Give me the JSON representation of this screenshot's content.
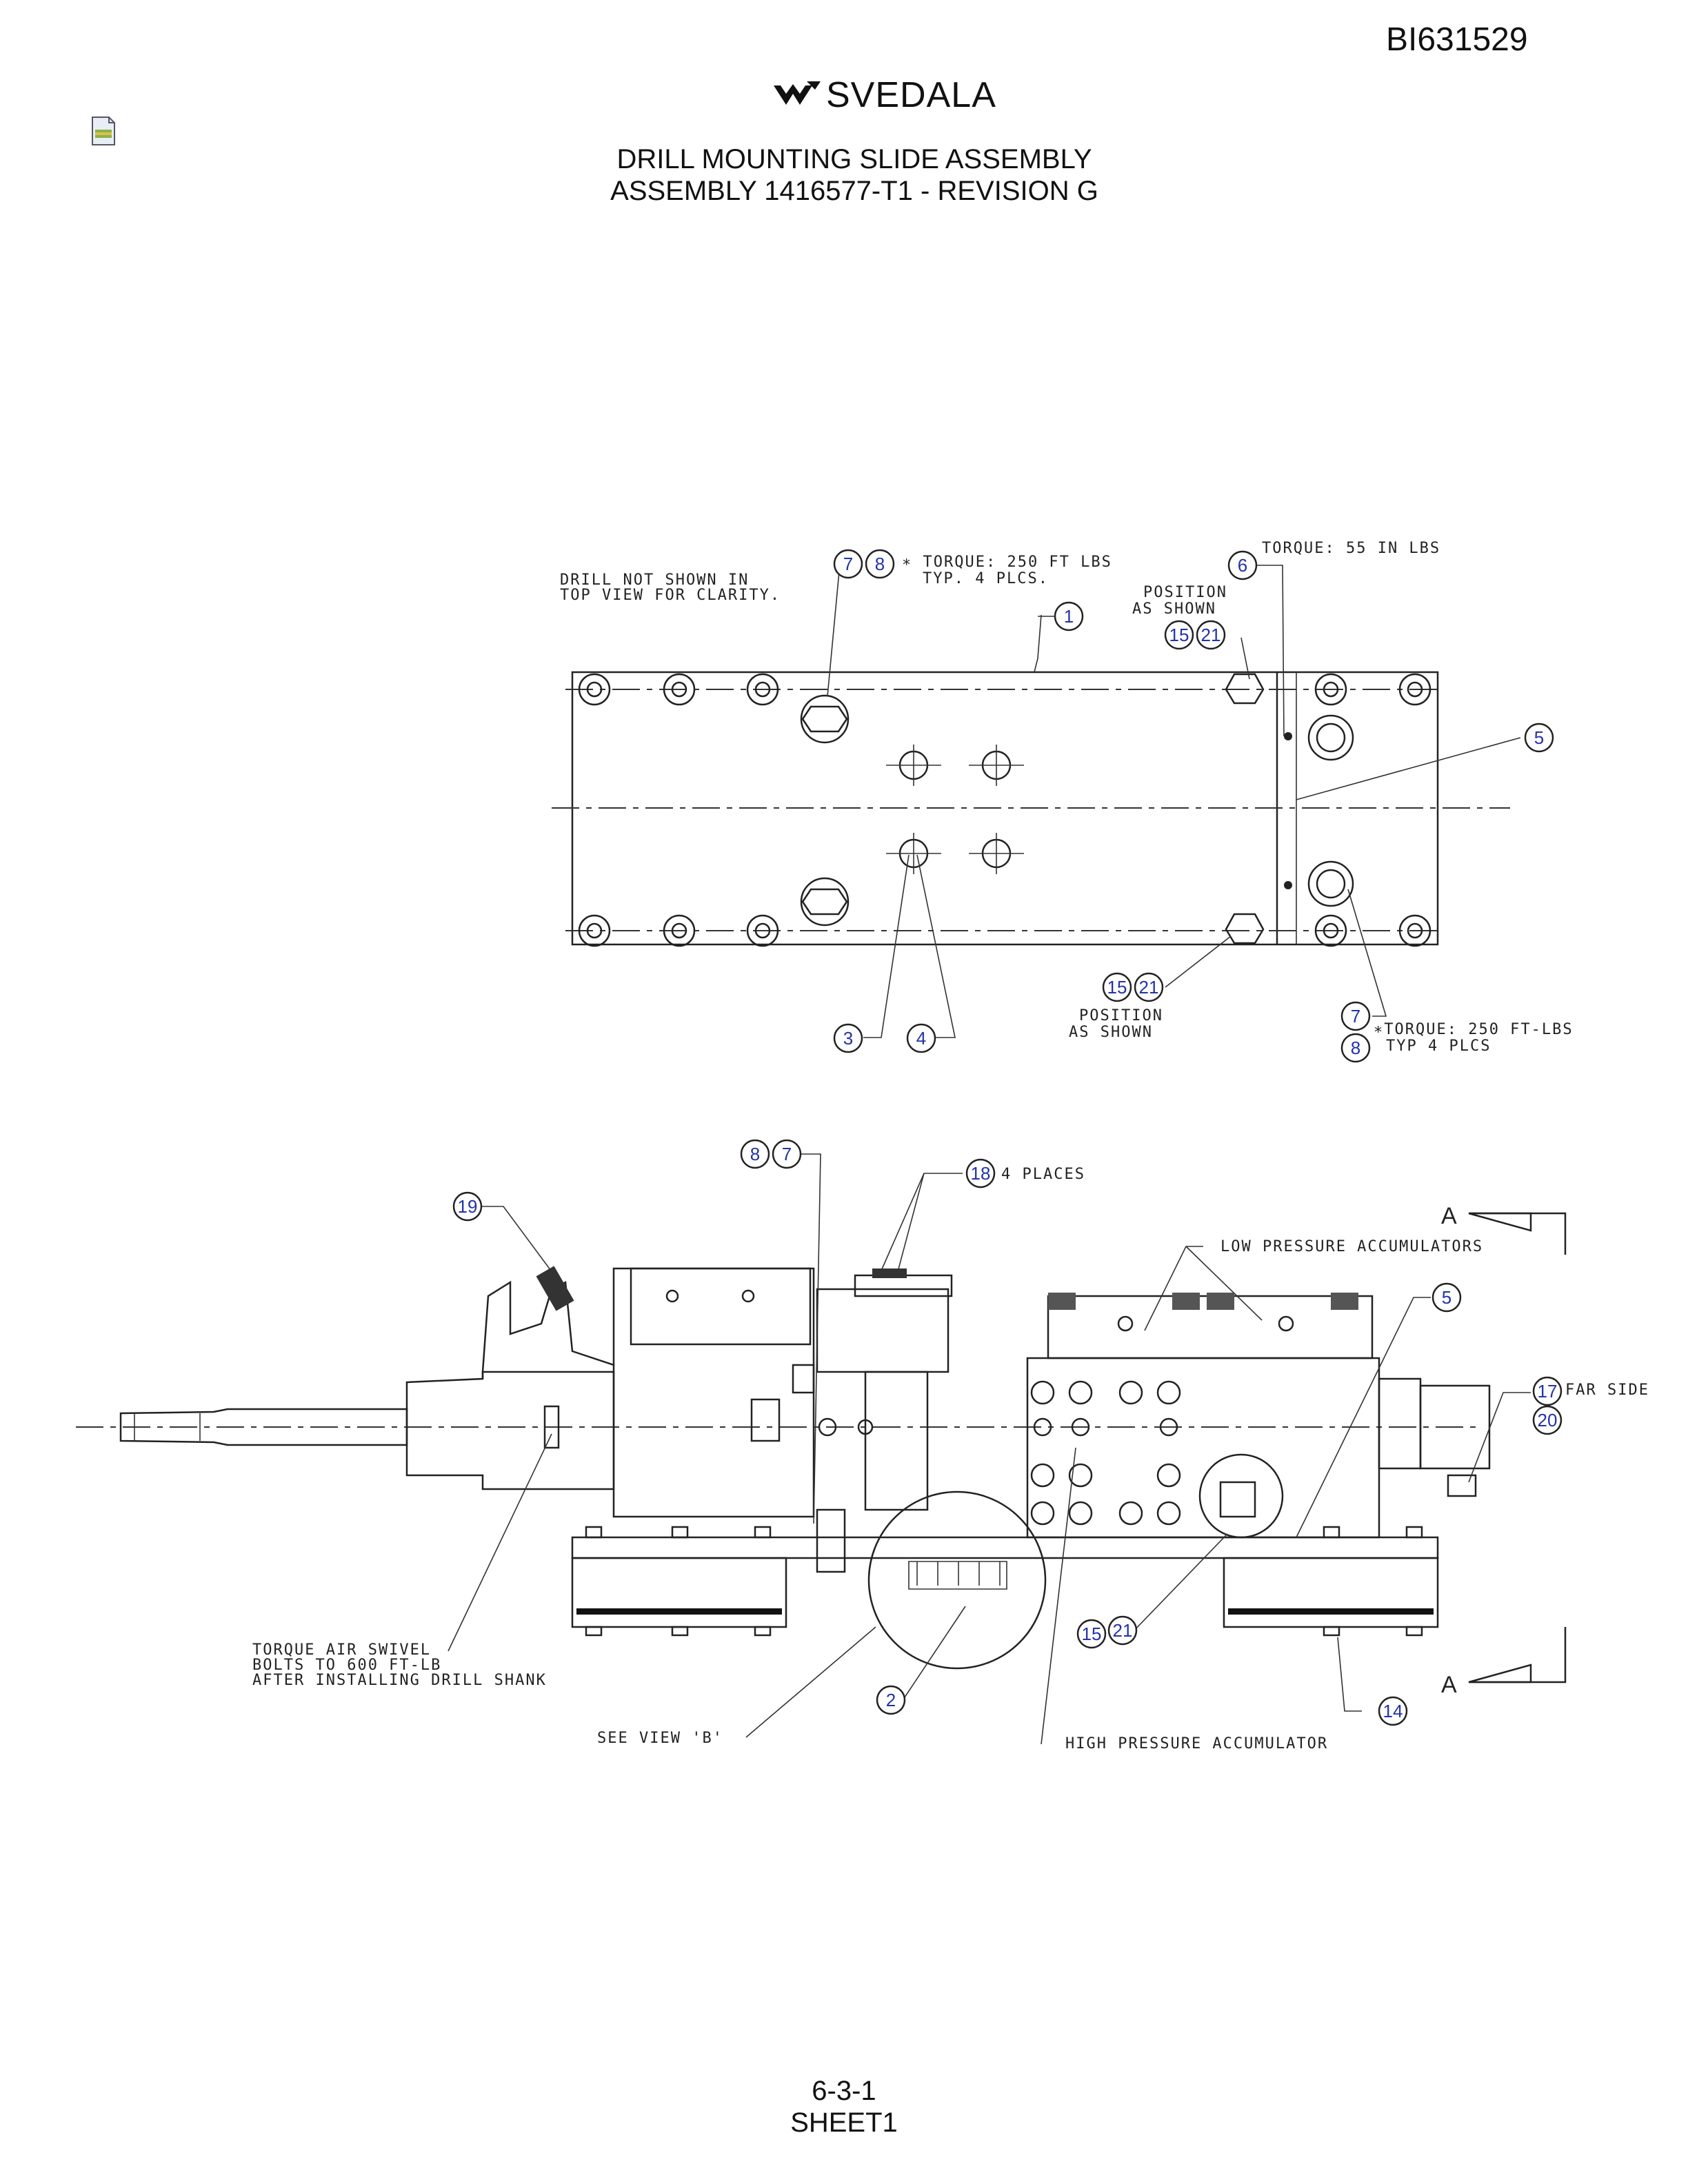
{
  "header": {
    "doc_id": "BI631529",
    "brand": "SVEDALA",
    "title_line1": "DRILL MOUNTING SLIDE ASSEMBLY",
    "title_line2": "ASSEMBLY 1416577-T1 - REVISION G"
  },
  "footer": {
    "page": "6-3-1",
    "sheet": "SHEET1"
  },
  "top_view": {
    "note_hidden": [
      "DRILL NOT SHOWN IN",
      "TOP VIEW FOR CLARITY."
    ],
    "torque_250_a": [
      "∗ TORQUE: 250 FT LBS",
      "TYP. 4 PLCS."
    ],
    "torque_55": "TORQUE: 55 IN LBS",
    "position_top": [
      "POSITION",
      "AS SHOWN"
    ],
    "position_bottom": [
      "POSITION",
      "AS SHOWN"
    ],
    "torque_250_b": [
      "∗TORQUE: 250 FT-LBS",
      "TYP 4 PLCS"
    ]
  },
  "side_view": {
    "places": "4 PLACES",
    "low_pressure": "LOW PRESSURE ACCUMULATORS",
    "far_side": "FAR SIDE",
    "swivel_note": [
      "TORQUE AIR SWIVEL",
      "BOLTS TO 600 FT-LB",
      "AFTER INSTALLING DRILL SHANK"
    ],
    "see_view": "SEE VIEW 'B'",
    "high_pressure": "HIGH PRESSURE ACCUMULATOR",
    "section_a_top": "A",
    "section_a_bottom": "A"
  },
  "balloons": {
    "b7a": "7",
    "b8a": "8",
    "b6": "6",
    "b1": "1",
    "b15a": "15",
    "b21a": "21",
    "b5a": "5",
    "b3": "3",
    "b4": "4",
    "b15b": "15",
    "b21b": "21",
    "b7b": "7",
    "b8b": "8",
    "b8c": "8",
    "b7c": "7",
    "b18": "18",
    "b19": "19",
    "b5b": "5",
    "b17": "17",
    "b20": "20",
    "b15c": "15",
    "b21c": "21",
    "b2": "2",
    "b14": "14"
  },
  "colors": {
    "balloon_text": "#2233aa",
    "line": "#222222"
  }
}
